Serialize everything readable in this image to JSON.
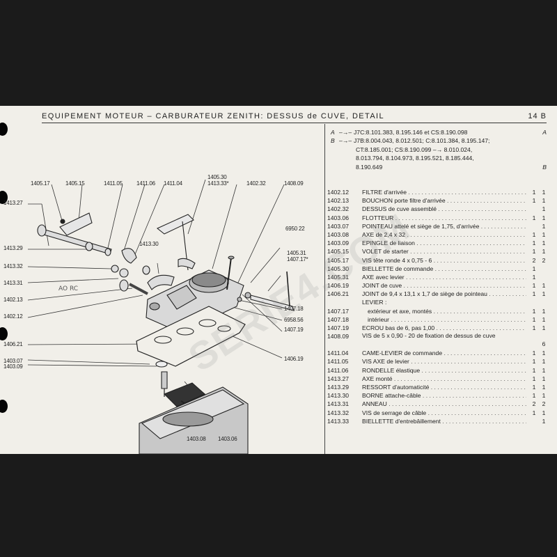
{
  "header": {
    "title": "EQUIPEMENT MOTEUR  –  CARBURATEUR ZENITH: DESSUS de CUVE, DETAIL",
    "page_number": "14 B"
  },
  "variants": [
    {
      "mark": "A",
      "arrow": "–→–",
      "text": "J7C:8.101.383, 8.195.146 et CS:8.190.098",
      "suffix": "A"
    },
    {
      "mark": "B",
      "arrow": "–→–",
      "text": "J7B:8.004.043, 8.012.501; C:8.101.384, 8.195.147;",
      "suffix": ""
    },
    {
      "mark": "",
      "arrow": "",
      "text": "CT:8.185.001; CS:8.190.099 –→ 8.010.024,",
      "suffix": ""
    },
    {
      "mark": "",
      "arrow": "",
      "text": "8.013.794, 8.104.973, 8.195.521, 8.185.444,",
      "suffix": ""
    },
    {
      "mark": "",
      "arrow": "",
      "text": "8.190.649",
      "suffix": "B"
    }
  ],
  "parts": [
    {
      "ref": "1402.12",
      "desc": "FILTRE d'arrivée",
      "q1": "1",
      "q2": "1"
    },
    {
      "ref": "1402.13",
      "desc": "BOUCHON porte filtre d'arrivée",
      "q1": "1",
      "q2": "1"
    },
    {
      "ref": "1402.32",
      "desc": "DESSUS de cuve assemblé",
      "q1": "",
      "q2": "1"
    },
    {
      "ref": "1403.06",
      "desc": "FLOTTEUR",
      "q1": "1",
      "q2": "1"
    },
    {
      "ref": "1403.07",
      "desc": "POINTEAU attelé et siège de 1,75, d'arrivée",
      "q1": "",
      "q2": "1"
    },
    {
      "ref": "1403.08",
      "desc": "AXE de 2,4 x 32",
      "q1": "1",
      "q2": "1"
    },
    {
      "ref": "1403.09",
      "desc": "EPINGLE de liaison",
      "q1": "1",
      "q2": "1"
    },
    {
      "ref": "1405.15",
      "desc": "VOLET de starter",
      "q1": "1",
      "q2": "1"
    },
    {
      "ref": "1405.17",
      "desc": "VIS tête ronde 4 x 0,75 - 6",
      "q1": "2",
      "q2": "2"
    },
    {
      "ref": "1405.30",
      "desc": "BIELLETTE de commande",
      "q1": "1",
      "q2": ""
    },
    {
      "ref": "1405.31",
      "desc": "AXE avec levier",
      "q1": "1",
      "q2": ""
    },
    {
      "ref": "1406.19",
      "desc": "JOINT de cuve",
      "q1": "1",
      "q2": "1"
    },
    {
      "ref": "1406.21",
      "desc": "JOINT de 9,4 x 13,1 x 1,7 de siège de pointeau",
      "q1": "1",
      "q2": "1"
    },
    {
      "ref": "",
      "desc": "LEVIER :",
      "q1": "",
      "q2": "",
      "nodots": true
    },
    {
      "ref": "1407.17",
      "desc": "extérieur et axe, montés",
      "q1": "1",
      "q2": "1",
      "sub": true
    },
    {
      "ref": "1407.18",
      "desc": "intérieur",
      "q1": "1",
      "q2": "1",
      "sub": true
    },
    {
      "ref": "1407.19",
      "desc": "ECROU bas de 6, pas 1,00",
      "q1": "1",
      "q2": "1"
    },
    {
      "ref": "1408.09",
      "desc": "VIS de 5 x 0,90 - 20 de fixation de dessus de cuve",
      "q1": "",
      "q2": "6",
      "tall": true
    },
    {
      "ref": "1411.04",
      "desc": "CAME-LEVIER de commande",
      "q1": "1",
      "q2": "1"
    },
    {
      "ref": "1411.05",
      "desc": "VIS AXE de levier",
      "q1": "1",
      "q2": "1"
    },
    {
      "ref": "1411.06",
      "desc": "RONDELLE élastique",
      "q1": "1",
      "q2": "1"
    },
    {
      "ref": "1413.27",
      "desc": "AXE monté",
      "q1": "1",
      "q2": "1"
    },
    {
      "ref": "1413.29",
      "desc": "RESSORT d'automaticité",
      "q1": "1",
      "q2": "1"
    },
    {
      "ref": "1413.30",
      "desc": "BORNE attache-câble",
      "q1": "1",
      "q2": "1"
    },
    {
      "ref": "1413.31",
      "desc": "ANNEAU",
      "q1": "2",
      "q2": "2"
    },
    {
      "ref": "1413.32",
      "desc": "VIS de serrage de câble",
      "q1": "1",
      "q2": "1"
    },
    {
      "ref": "1413.33",
      "desc": "BIELLETTE d'entrebâillement",
      "q1": "",
      "q2": "1"
    }
  ],
  "callouts": {
    "c140517": "1405.17",
    "c140515": "1405.15",
    "c141105": "1411.05",
    "c141106": "1411.06",
    "c141104": "1411.04",
    "c140530": "1405.30",
    "c141333": "1413.33*",
    "c140232": "1402.32",
    "c140809": "1408.09",
    "c141327": "1413.27",
    "c695022": "6950 22",
    "c141329": "1413.29",
    "c141330": "1413.30",
    "c140531": "1405.31",
    "c140717": "1407.17*",
    "c141332": "1413.32",
    "c141331": "1413.31",
    "c140213": "1402.13",
    "c140718": "1407.18",
    "c140212": "1402.12",
    "c695856": "6958.56",
    "c140719": "1407.19",
    "c140621": "1406.21",
    "c140307": "1403.07",
    "c140309": "1403.09",
    "c140619": "1406.19",
    "c140308": "1403.08",
    "c140306": "1403.06"
  },
  "handnote": {
    "line1": "AO  RC"
  },
  "watermark": "SERIE4.COM"
}
